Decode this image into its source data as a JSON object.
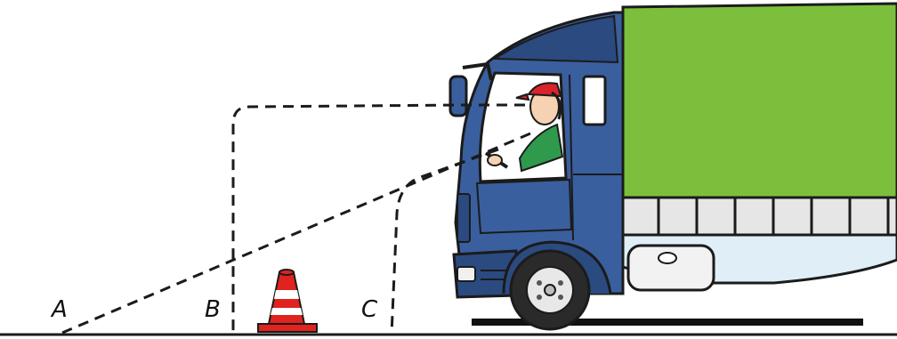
{
  "labels": {
    "a": "A",
    "b": "B",
    "c": "C"
  },
  "colors": {
    "cab": "#3a5f9e",
    "cab_dark": "#2a4a80",
    "cargo": "#7cbf3c",
    "cargo_skirt": "#dfeef7",
    "cone": "#e0231e",
    "cap": "#d8232a",
    "shirt": "#2f9a4c",
    "outline": "#1b1b1b"
  },
  "icons": {
    "truck": "truck-icon",
    "driver": "driver-icon",
    "cone": "traffic-cone-icon",
    "mirror": "side-mirror-icon",
    "wheel": "wheel-icon"
  }
}
